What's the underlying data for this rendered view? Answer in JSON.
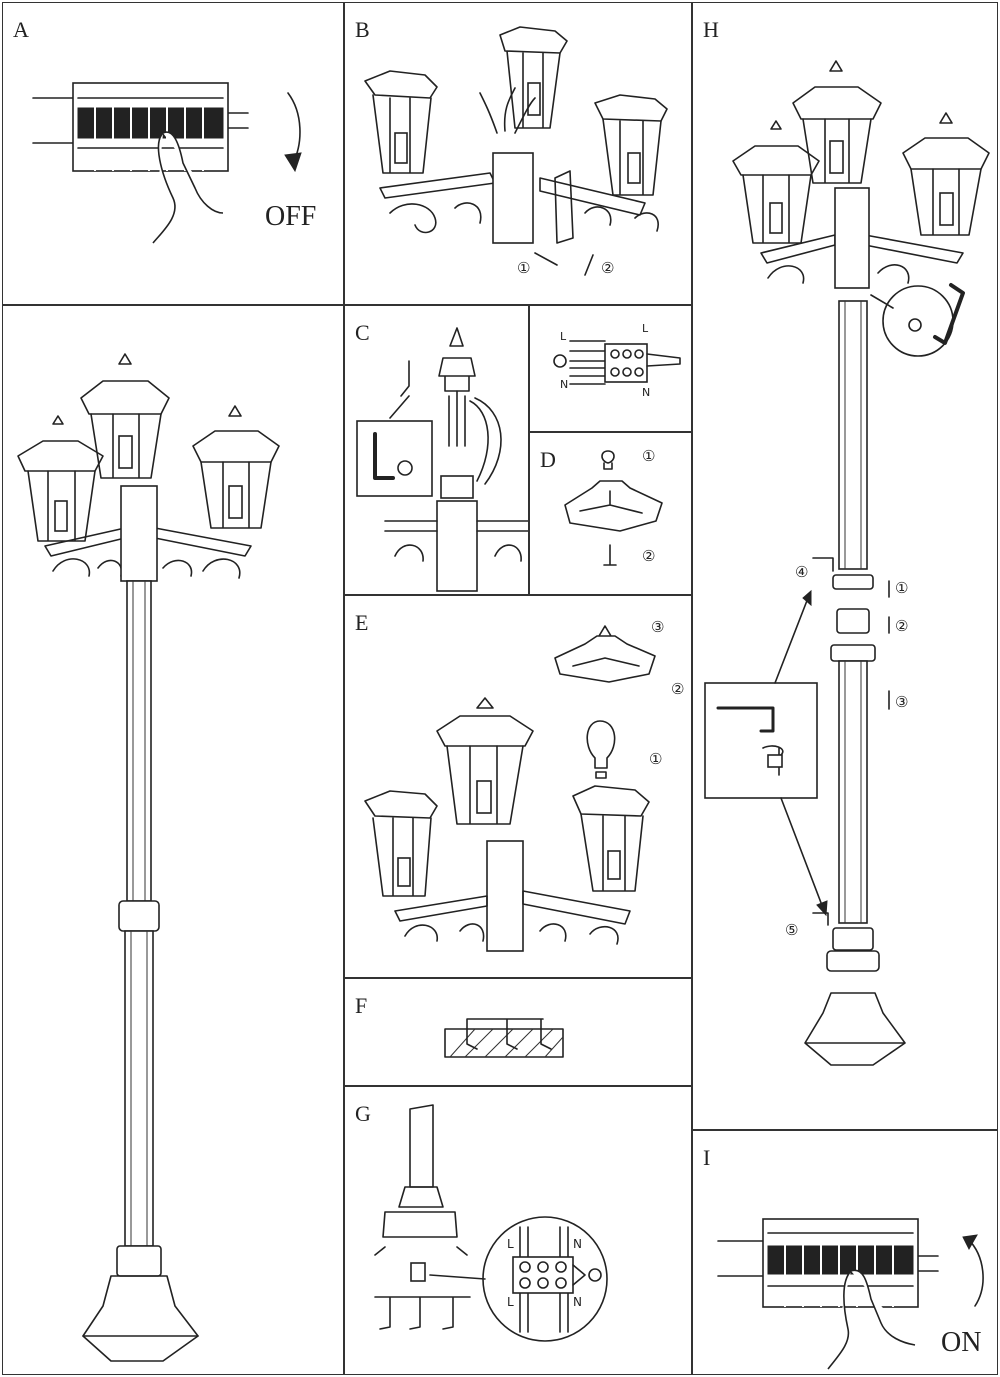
{
  "panels": {
    "a": {
      "label": "A",
      "caption": "OFF"
    },
    "b": {
      "label": "B",
      "step1": "①",
      "step2": "②"
    },
    "c": {
      "label": "C",
      "L1": "L",
      "L2": "L",
      "N1": "N",
      "N2": "N"
    },
    "d": {
      "label": "D",
      "step1": "①",
      "step2": "②"
    },
    "e": {
      "label": "E",
      "step1": "①",
      "step2": "②",
      "step3": "③"
    },
    "f": {
      "label": "F"
    },
    "g": {
      "label": "G",
      "L1": "L",
      "L2": "L",
      "N1": "N",
      "N2": "N"
    },
    "h": {
      "label": "H",
      "step1": "①",
      "step2": "②",
      "step3": "③",
      "step4": "④",
      "step5": "⑤"
    },
    "i": {
      "label": "I",
      "caption": "ON"
    }
  }
}
